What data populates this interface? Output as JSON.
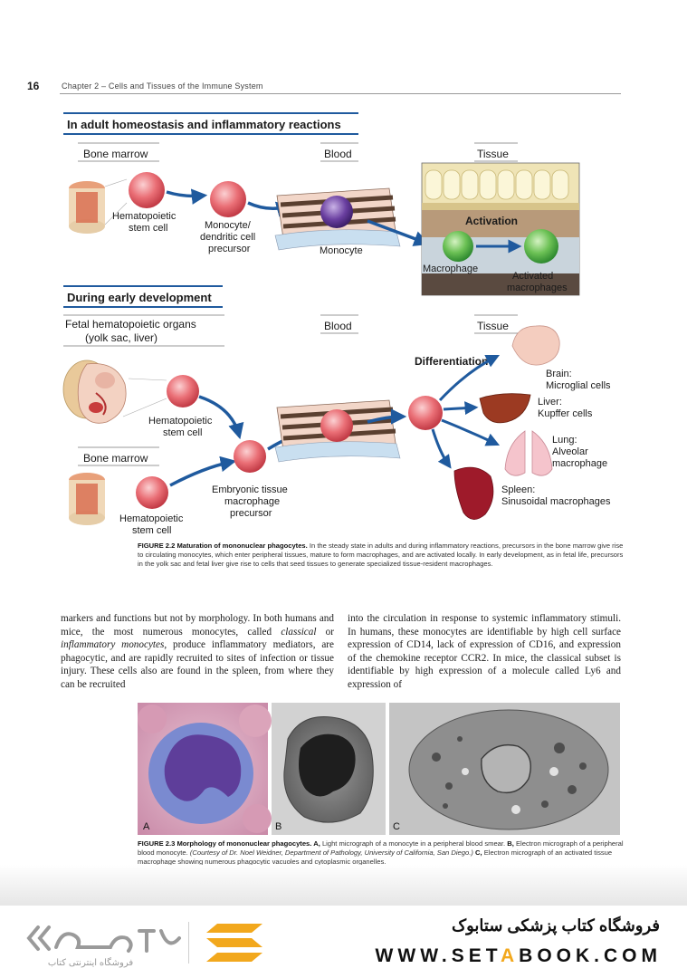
{
  "header": {
    "page_number": "16",
    "chapter": "Chapter 2 – Cells and Tissues of the Immune System"
  },
  "figure_2_2": {
    "panel_adult": {
      "title": "In adult homeostasis and inflammatory reactions",
      "bone_marrow": "Bone marrow",
      "blood": "Blood",
      "tissue": "Tissue",
      "hsc_line1": "Hematopoietic",
      "hsc_line2": "stem cell",
      "precursor_line1": "Monocyte/",
      "precursor_line2": "dendritic cell",
      "precursor_line3": "precursor",
      "monocyte": "Monocyte",
      "activation": "Activation",
      "macrophage": "Macrophage",
      "activated_line1": "Activated",
      "activated_line2": "macrophages"
    },
    "panel_early": {
      "title": "During early development",
      "fetal_line1": "Fetal hematopoietic organs",
      "fetal_line2": "(yolk sac, liver)",
      "blood": "Blood",
      "tissue": "Tissue",
      "bone_marrow": "Bone marrow",
      "hsc_line1": "Hematopoietic",
      "hsc_line2": "stem cell",
      "embryonic_line1": "Embryonic tissue",
      "embryonic_line2": "macrophage",
      "embryonic_line3": "precursor",
      "differentiation": "Differentiation",
      "brain_line1": "Brain:",
      "brain_line2": "Microglial cells",
      "liver_line1": "Liver:",
      "liver_line2": "Kupffer cells",
      "lung_line1": "Lung:",
      "lung_line2": "Alveolar",
      "lung_line3": "macrophage",
      "spleen_line1": "Spleen:",
      "spleen_line2": "Sinusoidal macrophages"
    },
    "caption_label": "FIGURE 2.2 Maturation of mononuclear phagocytes.",
    "caption_text": " In the steady state in adults and during inflammatory reactions, precursors in the bone marrow give rise to circulating monocytes, which enter peripheral tissues, mature to form macrophages, and are activated locally. In early development, as in fetal life, precursors in the yolk sac and fetal liver give rise to cells that seed tissues to generate specialized tissue-resident macrophages."
  },
  "body_text": {
    "left_p1": "markers and functions but not by morphology. In both humans and mice, the most numerous monocytes, called ",
    "left_em1": "classical",
    "left_p2": " or ",
    "left_em2": "inflammatory monocytes",
    "left_p3": ", produce inflammatory mediators, are phagocytic, and are rapidly recruited to sites of infection or tissue injury. These cells also are found in the spleen, from where they can be recruited",
    "right": "into the circulation in response to systemic inflammatory stimuli. In humans, these monocytes are identifiable by high cell surface expression of CD14, lack of expression of CD16, and expression of the chemokine receptor CCR2. In mice, the classical subset is identifiable by high expression of a molecule called Ly6 and expression of"
  },
  "figure_2_3": {
    "panel_a": "A",
    "panel_b": "B",
    "panel_c": "C",
    "caption_label": "FIGURE 2.3 Morphology of mononuclear phagocytes.",
    "caption_a_label": " A,",
    "caption_a": " Light micrograph of a monocyte in a peripheral blood smear.",
    "caption_b_label": " B,",
    "caption_b": " Electron micrograph of a peripheral blood monocyte.",
    "caption_b_credit": " (Courtesy of Dr. Noel Weidner, Department of Pathology, University of California, San Diego.)",
    "caption_c_label": " C,",
    "caption_c": " Electron micrograph of an activated tissue macrophage showing numerous phagocytic vacuoles and cytoplasmic organelles."
  },
  "footer": {
    "store_name": "فروشگاه کتاب پزشکی ستابوک",
    "url_prefix": "WWW.",
    "url_mid_1": "SET",
    "url_o": "A",
    "url_mid_2": "B",
    "url_o2": "OO",
    "url_suffix": "K.COM",
    "brand_fa": "فروشگاه اینترنتی کتاب"
  },
  "colors": {
    "title_rule": "#1f5a9e",
    "arrow": "#1f5a9e",
    "stem_cell": "#e0606a",
    "macrophage": "#5bb548",
    "monocyte": "#6a3fa0",
    "footer_accent": "#f2a81d"
  }
}
